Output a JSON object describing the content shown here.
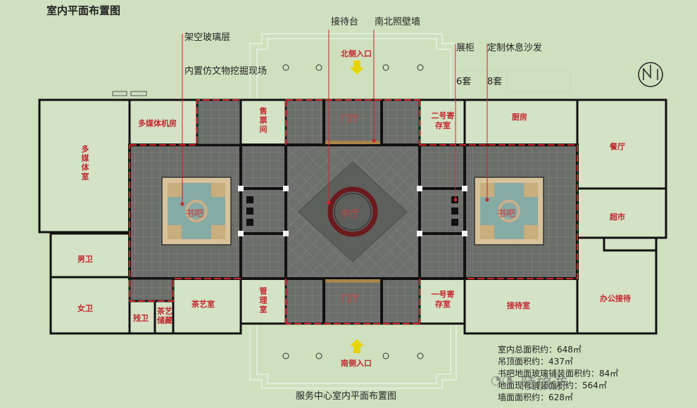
{
  "title": "室内平面布置图",
  "caption": "服务中心室内平面布置图",
  "callouts": {
    "glass_line1": "架空玻璃层",
    "glass_line2": "内置仿文物挖掘现场",
    "reception_desk": "接待台",
    "screen_wall": "南北照壁墙",
    "cabinet_line1": "展柜",
    "cabinet_line2": "6套",
    "sofa_line1": "定制休息沙发",
    "sofa_line2": "8套"
  },
  "entrances": {
    "north": "北侧入口",
    "south": "南侧入口"
  },
  "rooms": {
    "multimedia_room": "多媒体机房",
    "ticket": "售票间",
    "hall_north": "门厅",
    "hall_south": "门厅",
    "storage2": "二号寄存室",
    "kitchen": "厨房",
    "multimedia_hall": "多媒体室",
    "dining": "餐厅",
    "supermarket": "超市",
    "book_left": "书吧",
    "book_right": "书吧",
    "center_hall": "中厅",
    "male_wc": "男卫",
    "female_wc": "女卫",
    "disabled_wc": "残卫",
    "tea_storage": "茶艺储藏",
    "tea_room": "茶艺室",
    "management": "管理室",
    "storage1": "一号寄存室",
    "reception": "接待室",
    "office": "办公接待"
  },
  "stats": [
    "室内总面积约：648㎡",
    "吊顶面积约：437㎡",
    "书吧地面玻璃铺装面积约：84㎡",
    "地面现有铺装面积约：564㎡",
    "墙面面积约：628㎡"
  ],
  "watermark": "陵旅游",
  "compass_icon": "north-compass-icon",
  "colors": {
    "background": "#cfe0bf",
    "wall": "#111111",
    "red_outline": "#d0232a",
    "floor_tile": "#6b6d6a",
    "label_red": "#c3282e",
    "arrow_yellow": "#e8d400"
  }
}
